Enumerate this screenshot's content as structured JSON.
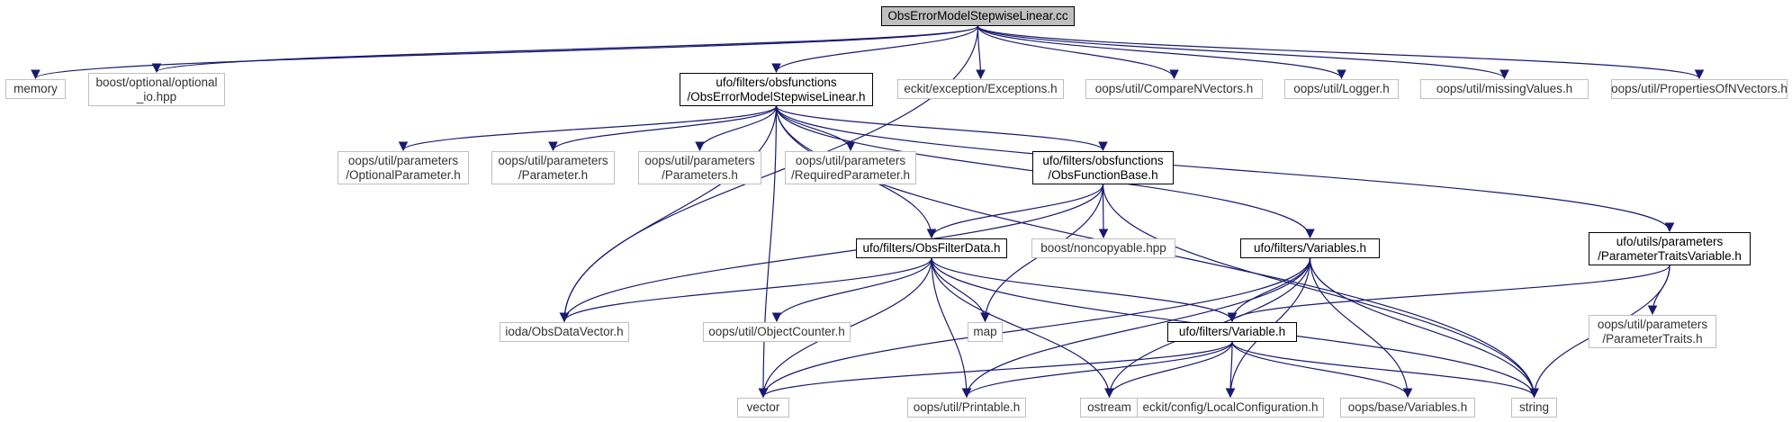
{
  "graph": {
    "title": "ObsErrorModelStepwiseLinear.cc",
    "edge_color": "#191970",
    "nodes": [
      {
        "id": "root",
        "label": "ObsErrorModelStepwiseLinear.cc",
        "style": "root"
      },
      {
        "id": "memory",
        "label": "memory",
        "style": "ext"
      },
      {
        "id": "boost_opt",
        "label": "boost/optional/optional\n_io.hpp",
        "style": "ext"
      },
      {
        "id": "oeml_h",
        "label": "ufo/filters/obsfunctions\n/ObsErrorModelStepwiseLinear.h",
        "style": "solid"
      },
      {
        "id": "eckit_exc",
        "label": "eckit/exception/Exceptions.h",
        "style": "ext"
      },
      {
        "id": "compare",
        "label": "oops/util/CompareNVectors.h",
        "style": "ext"
      },
      {
        "id": "logger",
        "label": "oops/util/Logger.h",
        "style": "ext"
      },
      {
        "id": "missing",
        "label": "oops/util/missingValues.h",
        "style": "ext"
      },
      {
        "id": "propsnv",
        "label": "oops/util/PropertiesOfNVectors.h",
        "style": "ext"
      },
      {
        "id": "optparam",
        "label": "oops/util/parameters\n/OptionalParameter.h",
        "style": "ext"
      },
      {
        "id": "param",
        "label": "oops/util/parameters\n/Parameter.h",
        "style": "ext"
      },
      {
        "id": "params",
        "label": "oops/util/parameters\n/Parameters.h",
        "style": "ext"
      },
      {
        "id": "reqparam",
        "label": "oops/util/parameters\n/RequiredParameter.h",
        "style": "ext"
      },
      {
        "id": "ofb",
        "label": "ufo/filters/obsfunctions\n/ObsFunctionBase.h",
        "style": "solid"
      },
      {
        "id": "noncopy",
        "label": "boost/noncopyable.hpp",
        "style": "ext"
      },
      {
        "id": "ofd",
        "label": "ufo/filters/ObsFilterData.h",
        "style": "solid"
      },
      {
        "id": "vars",
        "label": "ufo/filters/Variables.h",
        "style": "solid"
      },
      {
        "id": "ptv",
        "label": "ufo/utils/parameters\n/ParameterTraitsVariable.h",
        "style": "solid"
      },
      {
        "id": "ioda",
        "label": "ioda/ObsDataVector.h",
        "style": "ext"
      },
      {
        "id": "objcount",
        "label": "oops/util/ObjectCounter.h",
        "style": "ext"
      },
      {
        "id": "map",
        "label": "map",
        "style": "ext"
      },
      {
        "id": "variable",
        "label": "ufo/filters/Variable.h",
        "style": "solid"
      },
      {
        "id": "ptraits",
        "label": "oops/util/parameters\n/ParameterTraits.h",
        "style": "ext"
      },
      {
        "id": "vector",
        "label": "vector",
        "style": "ext"
      },
      {
        "id": "printable",
        "label": "oops/util/Printable.h",
        "style": "ext"
      },
      {
        "id": "ostream",
        "label": "ostream",
        "style": "ext"
      },
      {
        "id": "localconf",
        "label": "eckit/config/LocalConfiguration.h",
        "style": "ext"
      },
      {
        "id": "basevars",
        "label": "oops/base/Variables.h",
        "style": "ext"
      },
      {
        "id": "string",
        "label": "string",
        "style": "ext"
      }
    ],
    "edges": [
      [
        "root",
        "memory"
      ],
      [
        "root",
        "boost_opt"
      ],
      [
        "root",
        "oeml_h"
      ],
      [
        "root",
        "eckit_exc"
      ],
      [
        "root",
        "compare"
      ],
      [
        "root",
        "logger"
      ],
      [
        "root",
        "missing"
      ],
      [
        "root",
        "propsnv"
      ],
      [
        "root",
        "ioda"
      ],
      [
        "oeml_h",
        "optparam"
      ],
      [
        "oeml_h",
        "param"
      ],
      [
        "oeml_h",
        "params"
      ],
      [
        "oeml_h",
        "reqparam"
      ],
      [
        "oeml_h",
        "ofb"
      ],
      [
        "oeml_h",
        "ofd"
      ],
      [
        "oeml_h",
        "vars"
      ],
      [
        "oeml_h",
        "ptv"
      ],
      [
        "oeml_h",
        "ioda"
      ],
      [
        "oeml_h",
        "vector"
      ],
      [
        "oeml_h",
        "string"
      ],
      [
        "ofb",
        "ioda"
      ],
      [
        "ofb",
        "ofd"
      ],
      [
        "ofb",
        "noncopy"
      ],
      [
        "ofb",
        "map"
      ],
      [
        "ofb",
        "string"
      ],
      [
        "ofd",
        "ioda"
      ],
      [
        "ofd",
        "objcount"
      ],
      [
        "ofd",
        "map"
      ],
      [
        "ofd",
        "variable"
      ],
      [
        "ofd",
        "vector"
      ],
      [
        "ofd",
        "printable"
      ],
      [
        "ofd",
        "ostream"
      ],
      [
        "ofd",
        "string"
      ],
      [
        "vars",
        "vector"
      ],
      [
        "vars",
        "variable"
      ],
      [
        "vars",
        "printable"
      ],
      [
        "vars",
        "ostream"
      ],
      [
        "vars",
        "localconf"
      ],
      [
        "vars",
        "basevars"
      ],
      [
        "vars",
        "string"
      ],
      [
        "ptv",
        "variable"
      ],
      [
        "ptv",
        "ptraits"
      ],
      [
        "ptv",
        "string"
      ],
      [
        "variable",
        "vector"
      ],
      [
        "variable",
        "printable"
      ],
      [
        "variable",
        "ostream"
      ],
      [
        "variable",
        "localconf"
      ],
      [
        "variable",
        "basevars"
      ],
      [
        "variable",
        "string"
      ]
    ]
  }
}
